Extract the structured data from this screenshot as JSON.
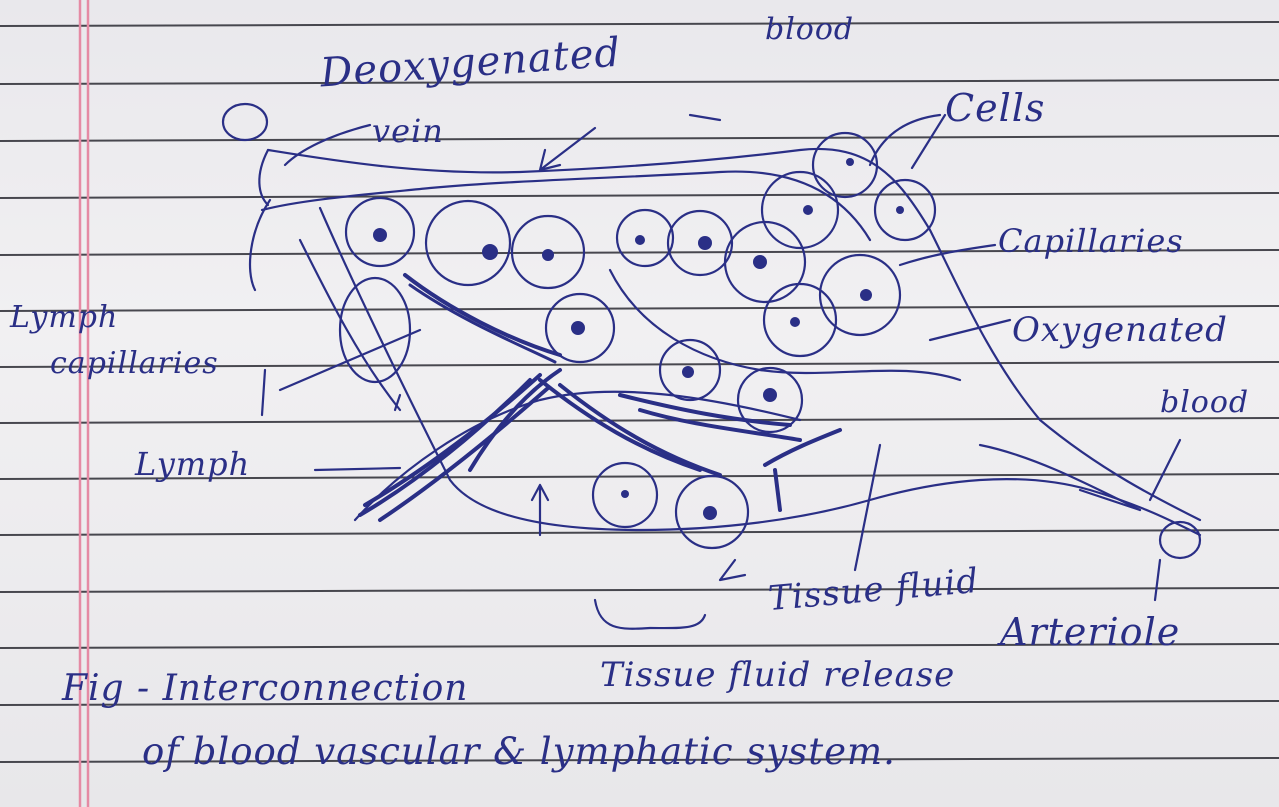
{
  "labels": {
    "deoxygenated": "Deoxygenated",
    "blood_top": "blood",
    "vein": "vein",
    "cells": "Cells",
    "capillaries": "Capillaries",
    "oxygenated": "Oxygenated",
    "blood_right": "blood",
    "lymph_capillaries_1": "Lymph",
    "lymph_capillaries_2": "capillaries",
    "lymph": "Lymph",
    "tissue_fluid": "Tissue fluid",
    "arteriole": "Arteriole",
    "tissue_fluid_release": "Tissue fluid release"
  },
  "caption": {
    "line1": "Fig - Interconnection",
    "line2": "of blood vascular & lymphatic system."
  },
  "colors": {
    "ink": "#2a2f86",
    "paper": "#ecebee",
    "rule": "#2b2b33",
    "margin": "#e58aa4"
  }
}
